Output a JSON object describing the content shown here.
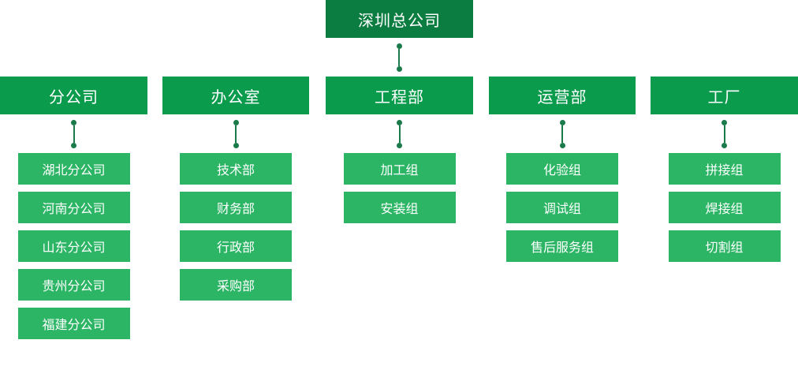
{
  "chart": {
    "type": "org-chart",
    "root": {
      "label": "深圳总公司"
    },
    "columns": [
      {
        "label": "分公司",
        "children": [
          "湖北分公司",
          "河南分公司",
          "山东分公司",
          "贵州分公司",
          "福建分公司"
        ]
      },
      {
        "label": "办公室",
        "children": [
          "技术部",
          "财务部",
          "行政部",
          "采购部"
        ]
      },
      {
        "label": "工程部",
        "children": [
          "加工组",
          "安装组"
        ]
      },
      {
        "label": "运营部",
        "children": [
          "化验组",
          "调试组",
          "售后服务组"
        ]
      },
      {
        "label": "工厂",
        "children": [
          "拼接组",
          "焊接组",
          "切割组"
        ]
      }
    ],
    "colors": {
      "root_bg": "#0C7D41",
      "dept_bg": "#0A9B4D",
      "leaf_bg": "#2BB564",
      "connector": "#1A7A4A",
      "text": "#FFFFFF",
      "background": "#FFFFFF"
    }
  }
}
